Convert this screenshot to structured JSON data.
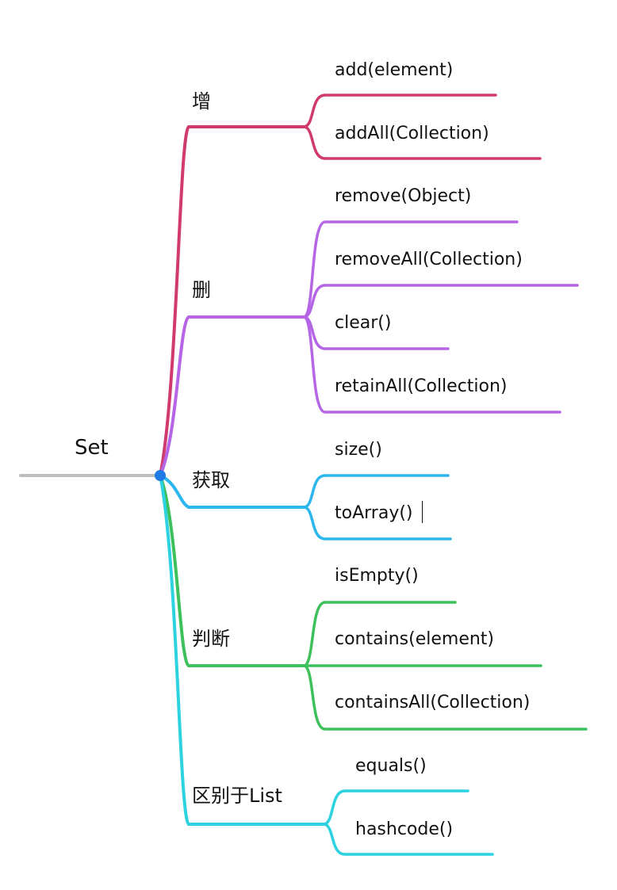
{
  "root": {
    "label": "Set",
    "trunk_color": "#bdbdbd",
    "node_color": "#1e7be6"
  },
  "branches": [
    {
      "label": "增",
      "color": "#d13a6e",
      "leaves": [
        "add(element)",
        "addAll(Collection)"
      ]
    },
    {
      "label": "删",
      "color": "#b565e6",
      "leaves": [
        "remove(Object)",
        "removeAll(Collection)",
        "clear()",
        "retainAll(Collection)"
      ]
    },
    {
      "label": "获取",
      "color": "#2bb6ee",
      "leaves": [
        "size()",
        "toArray()"
      ]
    },
    {
      "label": "判断",
      "color": "#3cc15c",
      "leaves": [
        "isEmpty()",
        "contains(element)",
        "containsAll(Collection)"
      ]
    },
    {
      "label": "区别于List",
      "color": "#2cd2e0",
      "leaves": [
        "equals()",
        "hashcode()"
      ]
    }
  ]
}
